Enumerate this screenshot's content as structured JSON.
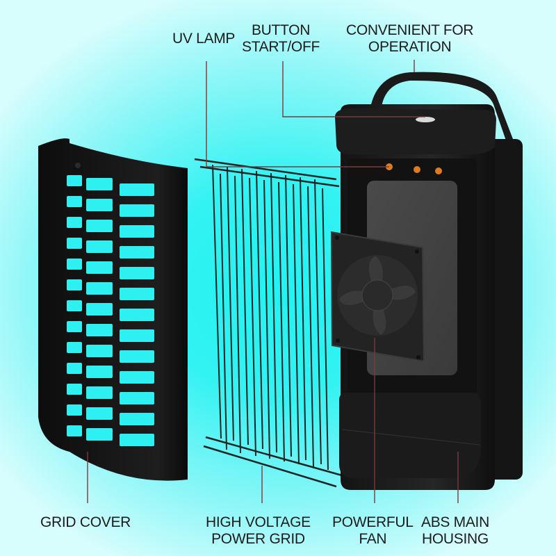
{
  "diagram": {
    "type": "exploded-product-view",
    "subject": "UV mosquito killer lamp",
    "background_color": "#22f3f3",
    "leader_line_color": "#8a2a2a",
    "top_labels": [
      {
        "id": "uv-lamp",
        "lines": [
          "UV LAMP"
        ]
      },
      {
        "id": "button",
        "lines": [
          "BUTTON",
          "START/OFF"
        ]
      },
      {
        "id": "handle",
        "lines": [
          "CONVENIENT FOR",
          "OPERATION"
        ]
      }
    ],
    "bottom_labels": [
      {
        "id": "grid-cover",
        "lines": [
          "GRID COVER"
        ]
      },
      {
        "id": "power-grid",
        "lines": [
          "HIGH VOLTAGE",
          "POWER GRID"
        ]
      },
      {
        "id": "fan",
        "lines": [
          "POWERFUL",
          "FAN"
        ]
      },
      {
        "id": "housing",
        "lines": [
          "ABS MAIN",
          "HOUSING"
        ]
      }
    ],
    "components": [
      {
        "name": "Grid cover",
        "color": "#161616"
      },
      {
        "name": "High voltage power grid",
        "color": "#1f2a2a"
      },
      {
        "name": "Powerful fan",
        "color": "#2a2a2a"
      },
      {
        "name": "ABS main housing",
        "color": "#1a1a1a"
      }
    ]
  }
}
